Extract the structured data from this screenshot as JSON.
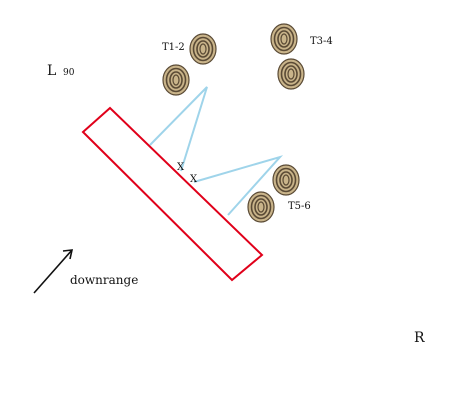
{
  "labels": {
    "left_side": "L",
    "left_angle": "90",
    "right_side": "R",
    "target_group_1": "T1-2",
    "target_group_2": "T3-4",
    "target_group_3": "T5-6",
    "direction": "downrange",
    "shooter_mark_1": "X",
    "shooter_mark_2": "X"
  },
  "colors": {
    "barricade": "#e0001a",
    "sight_lines": "#9fd4ea",
    "target_fill": "#c9b48a",
    "target_ring": "#5a4a35",
    "ink": "#111111"
  },
  "icons": {
    "target": "steel-plate-target-icon",
    "arrow": "downrange-arrow-icon"
  }
}
